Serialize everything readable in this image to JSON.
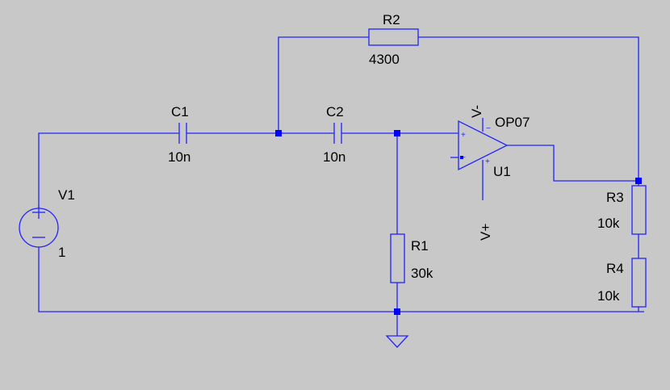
{
  "colors": {
    "background": "#c8c8c8",
    "wire": "#2323ff",
    "junction": "#0000ff",
    "text": "#000000"
  },
  "components": {
    "V1": {
      "name": "V1",
      "value": "1"
    },
    "C1": {
      "name": "C1",
      "value": "10n"
    },
    "C2": {
      "name": "C2",
      "value": "10n"
    },
    "R1": {
      "name": "R1",
      "value": "30k"
    },
    "R2": {
      "name": "R2",
      "value": "4300"
    },
    "R3": {
      "name": "R3",
      "value": "10k"
    },
    "R4": {
      "name": "R4",
      "value": "10k"
    },
    "U1": {
      "name": "U1",
      "model": "OP07",
      "neg_supply": "V-",
      "pos_supply": "V+",
      "plus_pin": "+",
      "minus_pin": "−"
    }
  },
  "icons": {
    "ground": "ground-symbol",
    "source": "voltage-source-symbol",
    "opamp": "opamp-triangle"
  }
}
